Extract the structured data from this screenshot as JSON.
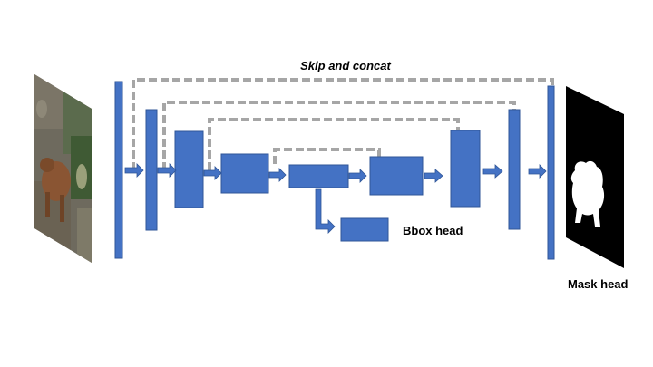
{
  "diagram": {
    "skip_label": "Skip and concat",
    "bbox_head_label": "Bbox head",
    "mask_head_label": "Mask head",
    "input_image": {
      "name": "input-image",
      "content": "photo of a brown bear standing on rocks next to green vegetation"
    },
    "output_mask": {
      "name": "output-mask",
      "content": "binary segmentation mask of the bear, white silhouette on black"
    }
  },
  "colors": {
    "block_fill": "#4472c4",
    "block_stroke": "#2f5597",
    "skip_dash": "#a6a6a6",
    "text": "#000000",
    "background": "#ffffff"
  }
}
